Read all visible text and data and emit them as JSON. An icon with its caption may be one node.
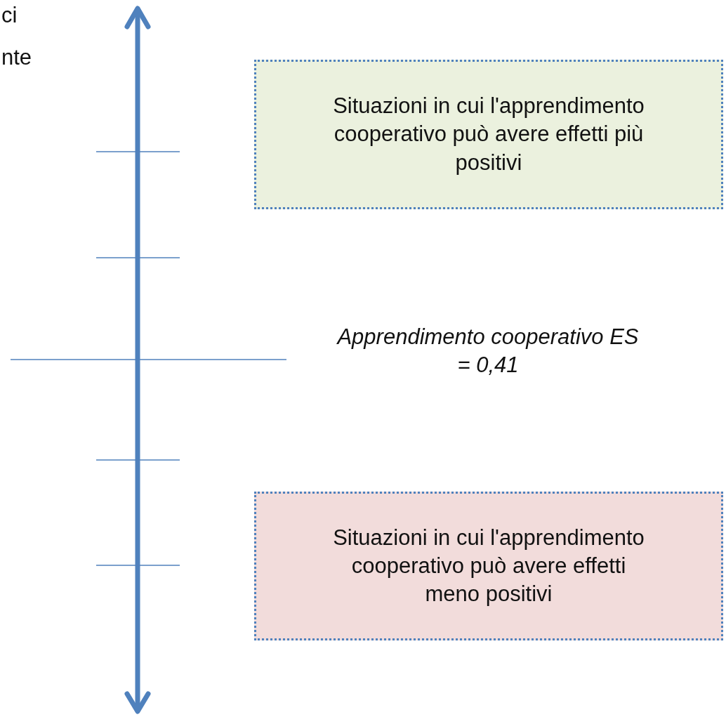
{
  "diagram": {
    "nodes": [
      {
        "text": [
          "Situazioni in cui l'apprendimento cooperativo può avere effetti più positivi"
        ]
      },
      {
        "text": [
          "Situazioni in cui l'apprendimento cooperativo può avere effetti meno positivi"
        ]
      }
    ],
    "labels": [
      "ci",
      "nte",
      "Apprendimento cooperativo ES = 0,41"
    ]
  }
}
